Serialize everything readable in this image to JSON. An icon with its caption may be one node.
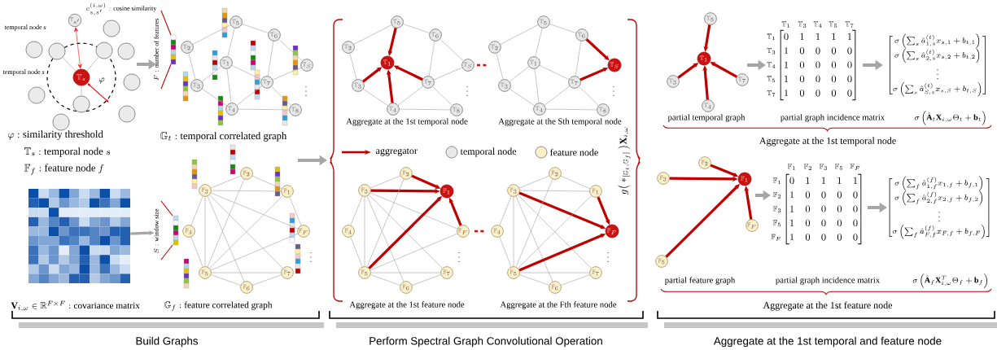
{
  "diagram": {
    "nodes": [
      {
        "text": [
          "\\mathbb{T}_{s}"
        ]
      },
      {
        "text": [
          "\\mathbb{T}_{s'}"
        ]
      },
      {
        "text": [],
        "shape": "circle"
      },
      {
        "text": [],
        "shape": "circle"
      },
      {
        "text": [],
        "shape": "circle"
      },
      {
        "text": [],
        "shape": "circle"
      },
      {
        "text": [],
        "shape": "circle"
      },
      {
        "text": [],
        "shape": "circle"
      },
      {
        "text": [],
        "shape": "circle"
      },
      {
        "text": [],
        "shape": "circle"
      },
      {
        "text": [],
        "shape": "circle"
      },
      {
        "text": [],
        "shape": "circle"
      },
      {
        "text": [
          "\\mathbb{T}_{2}"
        ]
      },
      {
        "text": [
          "\\mathbb{T}_{5}"
        ]
      },
      {
        "text": [
          "\\mathbb{T}_{6}"
        ]
      },
      {
        "text": [
          "\\mathbb{T}_{S}"
        ]
      },
      {
        "text": [
          "\\mathbb{T}_{1}"
        ]
      },
      {
        "text": [
          "\\mathbb{T}_{3}"
        ]
      },
      {
        "text": [
          "\\mathbb{T}_{7}"
        ]
      },
      {
        "text": [
          "\\mathbb{T}_{4}"
        ]
      },
      {
        "text": [
          "\\mathbb{T}_{8}"
        ]
      },
      {
        "text": [
          "\\mathbb{F}_{2}"
        ]
      },
      {
        "text": [
          "\\mathbb{F}_{3}"
        ]
      },
      {
        "text": [
          "\\mathbb{F}_{1}"
        ]
      },
      {
        "text": [
          "\\mathbb{F}_{4}"
        ]
      },
      {
        "text": [
          "\\mathbb{F}_{F}"
        ]
      },
      {
        "text": [
          "\\mathbb{F}_{5}"
        ]
      },
      {
        "text": [
          "\\mathbb{F}_{7}"
        ]
      },
      {
        "text": [
          "\\mathbb{F}_{6}"
        ]
      },
      {
        "text": [
          "\\mathbb{T}_{2}"
        ]
      },
      {
        "text": [
          "\\mathbb{T}_{5}"
        ]
      },
      {
        "text": [
          "\\mathbb{T}_{6}"
        ]
      },
      {
        "text": [
          "\\mathbb{T}_{S}"
        ]
      },
      {
        "text": [
          "\\mathbb{T}_{1}"
        ]
      },
      {
        "text": [
          "\\mathbb{T}_{3}"
        ]
      },
      {
        "text": [
          "\\mathbb{T}_{7}"
        ]
      },
      {
        "text": [
          "\\mathbb{T}_{4}"
        ]
      },
      {
        "text": [
          "\\mathbb{T}_{8}"
        ]
      },
      {
        "text": [
          "\\mathbb{T}_{2}"
        ]
      },
      {
        "text": [
          "\\mathbb{T}_{5}"
        ]
      },
      {
        "text": [
          "\\mathbb{T}_{6}"
        ]
      },
      {
        "text": [
          "\\mathbb{T}_{S}"
        ]
      },
      {
        "text": [
          "\\mathbb{T}_{1}"
        ]
      },
      {
        "text": [
          "\\mathbb{T}_{3}"
        ]
      },
      {
        "text": [
          "\\mathbb{T}_{7}"
        ]
      },
      {
        "text": [
          "\\mathbb{T}_{4}"
        ]
      },
      {
        "text": [
          "\\mathbb{T}_{8}"
        ]
      },
      {
        "text": [
          "\\mathbb{F}_{2}"
        ]
      },
      {
        "text": [
          "\\mathbb{F}_{3}"
        ]
      },
      {
        "text": [
          "\\mathbb{F}_{1}"
        ]
      },
      {
        "text": [
          "\\mathbb{F}_{4}"
        ]
      },
      {
        "text": [
          "\\mathbb{F}_{F}"
        ]
      },
      {
        "text": [
          "\\mathbb{F}_{5}"
        ]
      },
      {
        "text": [
          "\\mathbb{F}_{7}"
        ]
      },
      {
        "text": [
          "\\mathbb{F}_{6}"
        ]
      },
      {
        "text": [
          "\\mathbb{F}_{2}"
        ]
      },
      {
        "text": [
          "\\mathbb{F}_{3}"
        ]
      },
      {
        "text": [
          "\\mathbb{F}_{1}"
        ]
      },
      {
        "text": [
          "\\mathbb{F}_{4}"
        ]
      },
      {
        "text": [
          "\\mathbb{F}_{F}"
        ]
      },
      {
        "text": [
          "\\mathbb{F}_{5}"
        ]
      },
      {
        "text": [
          "\\mathbb{F}_{7}"
        ]
      },
      {
        "text": [
          "\\mathbb{F}_{6}"
        ]
      },
      {
        "text": [
          "\\mathbb{T}_{5}"
        ]
      },
      {
        "text": [
          "\\mathbb{T}_{1}"
        ]
      },
      {
        "text": [
          "\\mathbb{T}_{3}"
        ]
      },
      {
        "text": [
          "\\mathbb{T}_{7}"
        ]
      },
      {
        "text": [
          "\\mathbb{T}_{4}"
        ]
      },
      {
        "text": [
          "\\mathbb{F}_{2}"
        ]
      },
      {
        "text": [
          "\\mathbb{F}_{3}"
        ]
      },
      {
        "text": [
          "\\mathbb{F}_{1}"
        ]
      },
      {
        "text": [
          "\\mathbb{F}_{F}"
        ]
      },
      {
        "text": [
          "\\mathbb{F}_{5}"
        ]
      },
      {
        "text": [],
        "shape": "picture"
      }
    ],
    "edges": [
      {
        "from": 0,
        "to": 4,
        "arrow": "none"
      },
      {
        "from": 0,
        "to": 5,
        "arrow": "none"
      },
      {
        "from": 0,
        "to": 9,
        "arrow": "none"
      },
      {
        "from": 0,
        "to": 1,
        "arrow": "both",
        "color": "#ff2020"
      },
      {
        "from": 13,
        "to": 12,
        "arrow": "none"
      },
      {
        "from": 13,
        "to": 14,
        "arrow": "none"
      },
      {
        "from": 13,
        "to": 16,
        "arrow": "none"
      },
      {
        "from": 14,
        "to": 15,
        "arrow": "none"
      },
      {
        "from": 14,
        "to": 18,
        "arrow": "none"
      },
      {
        "from": 12,
        "to": 17,
        "arrow": "none"
      },
      {
        "from": 17,
        "to": 16,
        "arrow": "none"
      },
      {
        "from": 17,
        "to": 19,
        "arrow": "none"
      },
      {
        "from": 19,
        "to": 16,
        "arrow": "none"
      },
      {
        "from": 18,
        "to": 16,
        "arrow": "none"
      },
      {
        "from": 18,
        "to": 15,
        "arrow": "none"
      },
      {
        "from": 18,
        "to": 19,
        "arrow": "none"
      },
      {
        "from": 18,
        "to": 20,
        "arrow": "none"
      },
      {
        "from": 19,
        "to": 20,
        "arrow": "none"
      },
      {
        "from": 22,
        "to": 21,
        "arrow": "none"
      },
      {
        "from": 22,
        "to": 23,
        "arrow": "none"
      },
      {
        "from": 21,
        "to": 23,
        "arrow": "none"
      },
      {
        "from": 22,
        "to": 24,
        "arrow": "none"
      },
      {
        "from": 22,
        "to": 26,
        "arrow": "none"
      },
      {
        "from": 22,
        "to": 28,
        "arrow": "none"
      },
      {
        "from": 22,
        "to": 27,
        "arrow": "none"
      },
      {
        "from": 22,
        "to": 25,
        "arrow": "none"
      },
      {
        "from": 21,
        "to": 26,
        "arrow": "none"
      },
      {
        "from": 26,
        "to": 23,
        "arrow": "none"
      },
      {
        "from": 25,
        "to": 23,
        "arrow": "none"
      },
      {
        "from": 24,
        "to": 26,
        "arrow": "none"
      },
      {
        "from": 26,
        "to": 25,
        "arrow": "none"
      },
      {
        "from": 26,
        "to": 28,
        "arrow": "none"
      },
      {
        "from": 26,
        "to": 27,
        "arrow": "none"
      },
      {
        "from": 28,
        "to": 27,
        "arrow": "none"
      },
      {
        "from": 30,
        "to": 29,
        "arrow": "none"
      },
      {
        "from": 30,
        "to": 31,
        "arrow": "none"
      },
      {
        "from": 30,
        "to": 33,
        "arrow": "to",
        "style": "thick",
        "color": "#c00000"
      },
      {
        "from": 31,
        "to": 32,
        "arrow": "none"
      },
      {
        "from": 31,
        "to": 35,
        "arrow": "none"
      },
      {
        "from": 29,
        "to": 34,
        "arrow": "none"
      },
      {
        "from": 34,
        "to": 33,
        "arrow": "to",
        "style": "thick",
        "color": "#c00000"
      },
      {
        "from": 34,
        "to": 36,
        "arrow": "none"
      },
      {
        "from": 36,
        "to": 33,
        "arrow": "to",
        "style": "thick",
        "color": "#c00000"
      },
      {
        "from": 35,
        "to": 33,
        "arrow": "to",
        "style": "thick",
        "color": "#c00000"
      },
      {
        "from": 35,
        "to": 32,
        "arrow": "none"
      },
      {
        "from": 35,
        "to": 36,
        "arrow": "none"
      },
      {
        "from": 35,
        "to": 37,
        "arrow": "none"
      },
      {
        "from": 36,
        "to": 37,
        "arrow": "none"
      },
      {
        "from": 39,
        "to": 38,
        "arrow": "none"
      },
      {
        "from": 39,
        "to": 40,
        "arrow": "none"
      },
      {
        "from": 39,
        "to": 42,
        "arrow": "none"
      },
      {
        "from": 40,
        "to": 41,
        "arrow": "to",
        "style": "thick",
        "color": "#c00000"
      },
      {
        "from": 40,
        "to": 44,
        "arrow": "none"
      },
      {
        "from": 38,
        "to": 43,
        "arrow": "none"
      },
      {
        "from": 43,
        "to": 42,
        "arrow": "none"
      },
      {
        "from": 43,
        "to": 45,
        "arrow": "none"
      },
      {
        "from": 45,
        "to": 42,
        "arrow": "none"
      },
      {
        "from": 44,
        "to": 42,
        "arrow": "none"
      },
      {
        "from": 44,
        "to": 41,
        "arrow": "to",
        "style": "thick",
        "color": "#c00000"
      },
      {
        "from": 44,
        "to": 45,
        "arrow": "none"
      },
      {
        "from": 44,
        "to": 46,
        "arrow": "none"
      },
      {
        "from": 45,
        "to": 46,
        "arrow": "none"
      },
      {
        "from": 48,
        "to": 47,
        "arrow": "none"
      },
      {
        "from": 48,
        "to": 49,
        "arrow": "to",
        "style": "thick",
        "color": "#c00000"
      },
      {
        "from": 47,
        "to": 49,
        "arrow": "to",
        "style": "thick",
        "color": "#c00000"
      },
      {
        "from": 48,
        "to": 50,
        "arrow": "none"
      },
      {
        "from": 48,
        "to": 52,
        "arrow": "none"
      },
      {
        "from": 48,
        "to": 54,
        "arrow": "none"
      },
      {
        "from": 48,
        "to": 53,
        "arrow": "none"
      },
      {
        "from": 48,
        "to": 51,
        "arrow": "none"
      },
      {
        "from": 47,
        "to": 52,
        "arrow": "none"
      },
      {
        "from": 52,
        "to": 49,
        "arrow": "to",
        "style": "thick",
        "color": "#c00000"
      },
      {
        "from": 51,
        "to": 49,
        "arrow": "to",
        "style": "thick",
        "color": "#c00000"
      },
      {
        "from": 50,
        "to": 52,
        "arrow": "none"
      },
      {
        "from": 52,
        "to": 51,
        "arrow": "none"
      },
      {
        "from": 52,
        "to": 54,
        "arrow": "none"
      },
      {
        "from": 52,
        "to": 53,
        "arrow": "none"
      },
      {
        "from": 54,
        "to": 53,
        "arrow": "none"
      },
      {
        "from": 56,
        "to": 55,
        "arrow": "none"
      },
      {
        "from": 56,
        "to": 57,
        "arrow": "none"
      },
      {
        "from": 55,
        "to": 57,
        "arrow": "none"
      },
      {
        "from": 56,
        "to": 58,
        "arrow": "none"
      },
      {
        "from": 56,
        "to": 60,
        "arrow": "none"
      },
      {
        "from": 56,
        "to": 62,
        "arrow": "none"
      },
      {
        "from": 56,
        "to": 61,
        "arrow": "none"
      },
      {
        "from": 56,
        "to": 59,
        "arrow": "to",
        "style": "thick",
        "color": "#c00000"
      },
      {
        "from": 55,
        "to": 60,
        "arrow": "none"
      },
      {
        "from": 60,
        "to": 57,
        "arrow": "none"
      },
      {
        "from": 57,
        "to": 59,
        "arrow": "to",
        "style": "thick",
        "color": "#c00000"
      },
      {
        "from": 58,
        "to": 60,
        "arrow": "none"
      },
      {
        "from": 60,
        "to": 59,
        "arrow": "to",
        "style": "thick",
        "color": "#c00000"
      },
      {
        "from": 60,
        "to": 62,
        "arrow": "none"
      },
      {
        "from": 60,
        "to": 61,
        "arrow": "none"
      },
      {
        "from": 62,
        "to": 61,
        "arrow": "none"
      },
      {
        "from": 63,
        "to": 64,
        "arrow": "to",
        "style": "thick",
        "color": "#c00000"
      },
      {
        "from": 65,
        "to": 64,
        "arrow": "to",
        "style": "thick",
        "color": "#c00000"
      },
      {
        "from": 66,
        "to": 64,
        "arrow": "to",
        "style": "thick",
        "color": "#c00000"
      },
      {
        "from": 67,
        "to": 64,
        "arrow": "to",
        "style": "thick",
        "color": "#c00000"
      },
      {
        "from": 68,
        "to": 70,
        "arrow": "to",
        "style": "thick",
        "color": "#c00000"
      },
      {
        "from": 69,
        "to": 70,
        "arrow": "to",
        "style": "thick",
        "color": "#c00000"
      },
      {
        "from": 71,
        "to": 70,
        "arrow": "to",
        "style": "thick",
        "color": "#c00000"
      },
      {
        "from": 72,
        "to": 70,
        "arrow": "to",
        "style": "thick",
        "color": "#c00000"
      },
      {
        "from": 73,
        "to": 24,
        "arrow": "to",
        "style": "thick",
        "color": "#a6a6a6"
      }
    ],
    "labels": [
      "temporal node *s*",
      "c_{s,s'}^{(i,\\omega)}: \\text{cosine similarity}",
      "temporal node *s*",
      "\\varphi",
      "F: \\text{number of features}",
      "\\varphi: \\text{similarity threshold}",
      "\\mathbb{T}_{s}: \\text{temporal node } s",
      "\\mathbb{F}_{f}: \\text{feature node } f",
      "\\mathbb{G}_{t}: \\text{temporal correlated graph}",
      "\\vdots",
      "S: \\text{window size}",
      "\\vdots",
      "\\mathbf{V}_{i,\\omega}\\in\\mathbb{R}^{F\\times F}: \\text{covariance matrix}",
      "\\mathbb{G}_{f}: \\text{feature correlated graph}",
      "Build Graphs",
      "Aggregate at the 1st temporal node",
      "Aggregate at the Sth temporal node",
      "\\vdots",
      "\\vdots",
      "g\\big(*_{[\\mathbb{G}_{t},\\mathbb{G}_{f}]}\\big)\\mathbf{X}_{i,\\omega}",
      "\\vdots",
      "\\vdots",
      "Aggregate at the 1st feature node",
      "Aggregate at the Fth feature node",
      "Perform Spectral Graph Convolutional Operation",
      "\\mathbb{T}_{1}",
      "\\mathbb{T}_{3}",
      "\\mathbb{T}_{4}",
      "\\mathbb{T}_{5}",
      "\\mathbb{T}_{7}",
      "\\mathbb{T}_{1}",
      "\\mathbb{T}_{3}",
      "\\mathbb{T}_{4}",
      "\\mathbb{T}_{5}",
      "\\mathbb{T}_{7}",
      "\\begin{bmatrix}0&1&1&1&1\\\\1&0&0&0&0\\\\1&0&0&0&0\\\\1&0&0&0&0\\\\1&0&0&0&0\\end{bmatrix}",
      "\\begin{bmatrix}\\sigma\\left(\\sum_{s}\\hat{a}_{1,s}^{(t)}x_{s,1}+b_{t,1}\\right)\\\\\\sigma\\left(\\sum_{s}\\hat{a}_{2,s}^{(t)}x_{s,2}+b_{t,2}\\right)\\\\\\vdots\\\\\\sigma\\left(\\sum_{s}\\hat{a}_{S,s}^{(t)}x_{s,S}+b_{t,S}\\right)\\end{bmatrix}",
      "partial temporal graph",
      "partial graph incidence matrix",
      "\\sigma\\left(\\hat{\\mathbf{A}}_{t}\\mathbf{X}_{i,\\omega}\\Theta_{t}+\\mathbf{b}_{t}\\right)",
      "Aggregate at the 1st temporal node",
      "\\mathbb{F}_{1}",
      "\\mathbb{F}_{2}",
      "\\mathbb{F}_{3}",
      "\\mathbb{F}_{5}",
      "\\mathbb{F}_{F}",
      "\\mathbb{F}_{1}",
      "\\mathbb{F}_{2}",
      "\\mathbb{F}_{3}",
      "\\mathbb{F}_{5}",
      "\\mathbb{F}_{F}",
      "\\begin{bmatrix}0&1&1&1&1\\\\1&0&0&0&0\\\\1&0&0&0&0\\\\1&0&0&0&0\\\\1&0&0&0&0\\end{bmatrix}",
      "\\begin{bmatrix}\\sigma\\left(\\sum_{f}\\hat{a}_{1,f}^{(f)}x_{1,f}+b_{f,1}\\right)\\\\\\sigma\\left(\\sum_{f}\\hat{a}_{2,f}^{(f)}x_{2,f}+b_{f,2}\\right)\\\\\\vdots\\\\\\sigma\\left(\\sum_{f}\\hat{a}_{F,f}^{(f)}x_{F,f}+b_{f,F}\\right)\\end{bmatrix}",
      "partial feature graph",
      "partial graph incidence matrix",
      "\\sigma\\left(\\hat{\\mathbf{A}}_{f}\\mathbf{X}_{i,\\omega}^{T}\\Theta_{f}+\\mathbf{b}_{f}\\right)",
      "Aggregate at the 1st feature node",
      "Aggregate at the 1st temporal and feature node"
    ],
    "legend": [
      {
        "text": "aggregator"
      },
      {
        "text": "temporal node",
        "color": "#e8e8e8"
      },
      {
        "text": "feature node",
        "color": "#fdf0c8"
      }
    ]
  }
}
